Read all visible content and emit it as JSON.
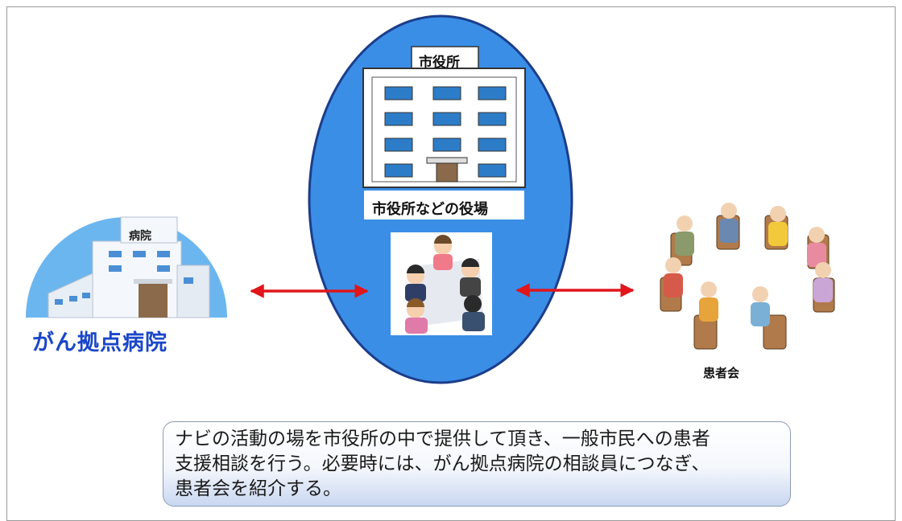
{
  "hospital": {
    "sign": "病院",
    "label": "がん拠点病院",
    "icon": "hospital-icon"
  },
  "city_hall": {
    "sign": "市役所",
    "label": "市役所などの役場",
    "icon": "city-hall-icon"
  },
  "meeting": {
    "icon": "consultation-meeting-icon"
  },
  "patients": {
    "label": "患者会",
    "icon": "patient-group-icon"
  },
  "caption": {
    "lines": [
      "ナビの活動の場を市役所の中で提供して頂き、一般市民への患者",
      "支援相談を行う。必要時には、がん拠点病院の相談員につなぎ、",
      "患者会を紹介する。"
    ]
  },
  "colors": {
    "ellipse": "#3a8ee6",
    "arrow": "#e0161b",
    "hospital_text": "#1a46c8",
    "hospital_bg": "#6cb6ef"
  }
}
